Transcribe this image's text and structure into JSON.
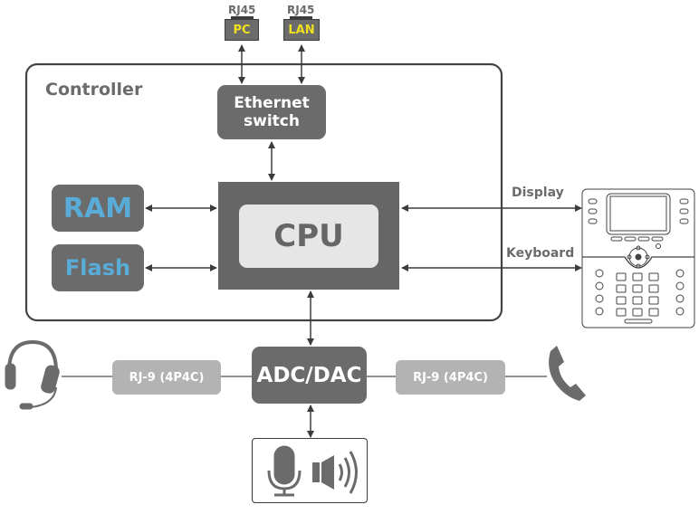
{
  "ports": [
    {
      "type": "RJ45",
      "label": "PC"
    },
    {
      "type": "RJ45",
      "label": "LAN"
    }
  ],
  "controller": {
    "title": "Controller",
    "ethernet_switch": "Ethernet switch",
    "ethernet_switch_line1": "Ethernet",
    "ethernet_switch_line2": "switch",
    "ram": "RAM",
    "flash": "Flash",
    "cpu": "CPU"
  },
  "interfaces": {
    "display": "Display",
    "keyboard": "Keyboard"
  },
  "audio": {
    "codec": "ADC/DAC",
    "headset_connector": "RJ-9 (4P4C)",
    "handset_connector": "RJ-9 (4P4C)"
  },
  "icons": [
    "headset-icon",
    "handset-icon",
    "microphone-icon",
    "speaker-icon",
    "ip-phone-icon"
  ],
  "colors": {
    "block": "#6b6b6b",
    "cpu_inner": "#e6e6e6",
    "connector": "#b3b3b3",
    "memory_text": "#5aacd8",
    "port_text": "#f0e020",
    "line": "#444444"
  }
}
